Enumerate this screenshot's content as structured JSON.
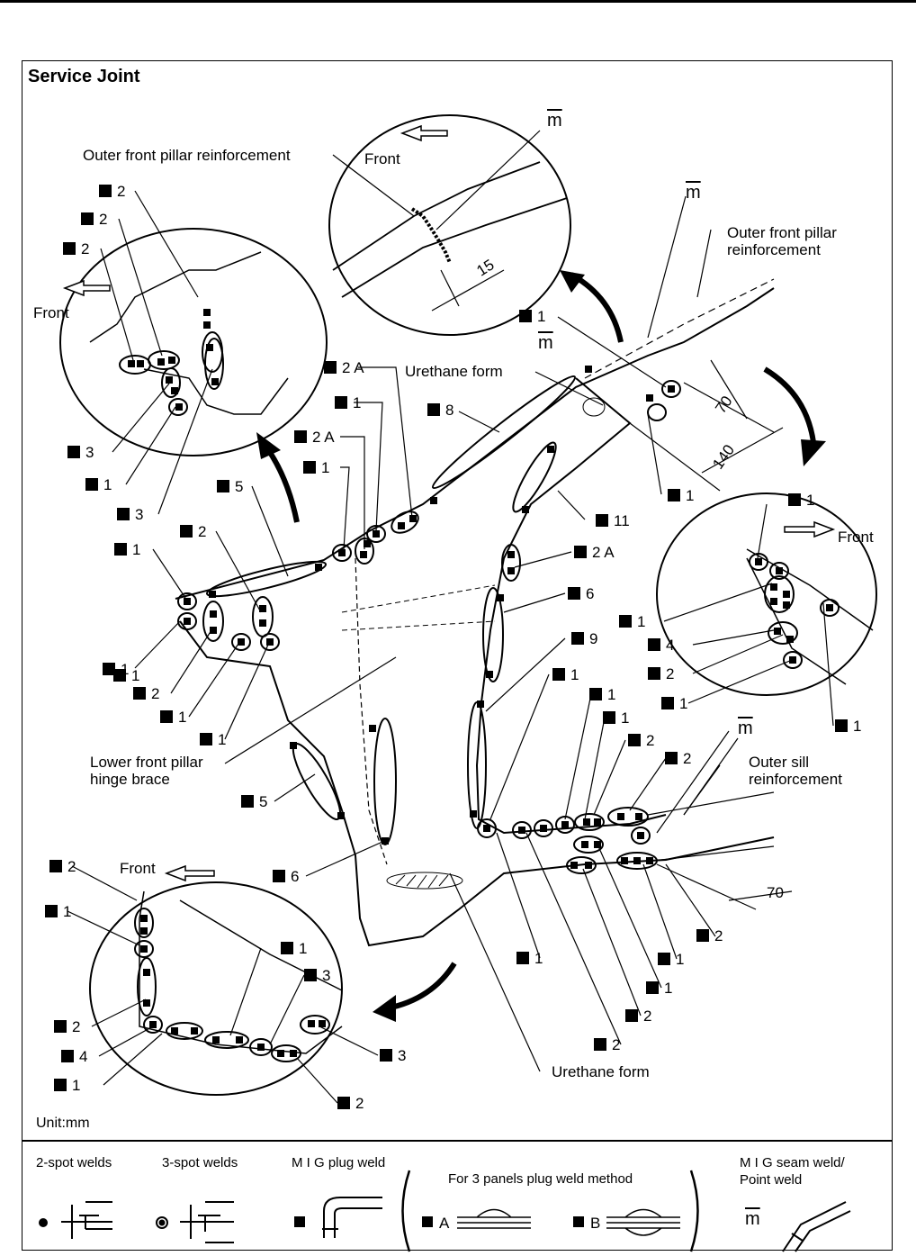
{
  "title": "Service Joint",
  "unit_note": "Unit:mm",
  "labels": {
    "outer_front_pillar_reinf": "Outer front pillar reinforcement",
    "outer_front_pillar_reinf_r1": "Outer front pillar",
    "outer_front_pillar_reinf_r2": "reinforcement",
    "front": "Front",
    "urethane_form": "Urethane form",
    "lower_front_pillar_1": "Lower front pillar",
    "lower_front_pillar_2": "hinge brace",
    "outer_sill_1": "Outer sill",
    "outer_sill_2": "reinforcement",
    "seam_symbol": "m",
    "dim_15": "15",
    "dim_70": "70",
    "dim_140": "140"
  },
  "callouts": [
    "2",
    "2",
    "2",
    "3",
    "1",
    "3",
    "1",
    "5",
    "2",
    "1",
    "1",
    "2",
    "1",
    "1",
    "5",
    "6",
    "2 A",
    "1",
    "2 A",
    "1",
    "8",
    "1",
    "1",
    "11",
    "2 A",
    "6",
    "9",
    "1",
    "1",
    "1",
    "2",
    "2",
    "2",
    "1",
    "1",
    "2",
    "2",
    "1",
    "1",
    "1",
    "4",
    "2",
    "1",
    "1",
    "2",
    "1",
    "1",
    "3",
    "2",
    "4",
    "1",
    "3",
    "2",
    "2"
  ],
  "legend": {
    "spot2": "2-spot welds",
    "spot3": "3-spot welds",
    "mig_plug": "M I G plug weld",
    "three_panel": "For 3 panels plug weld method",
    "mig_seam_1": "M I G seam weld/",
    "mig_seam_2": "Point weld",
    "a_label": "A",
    "b_label": "B"
  }
}
